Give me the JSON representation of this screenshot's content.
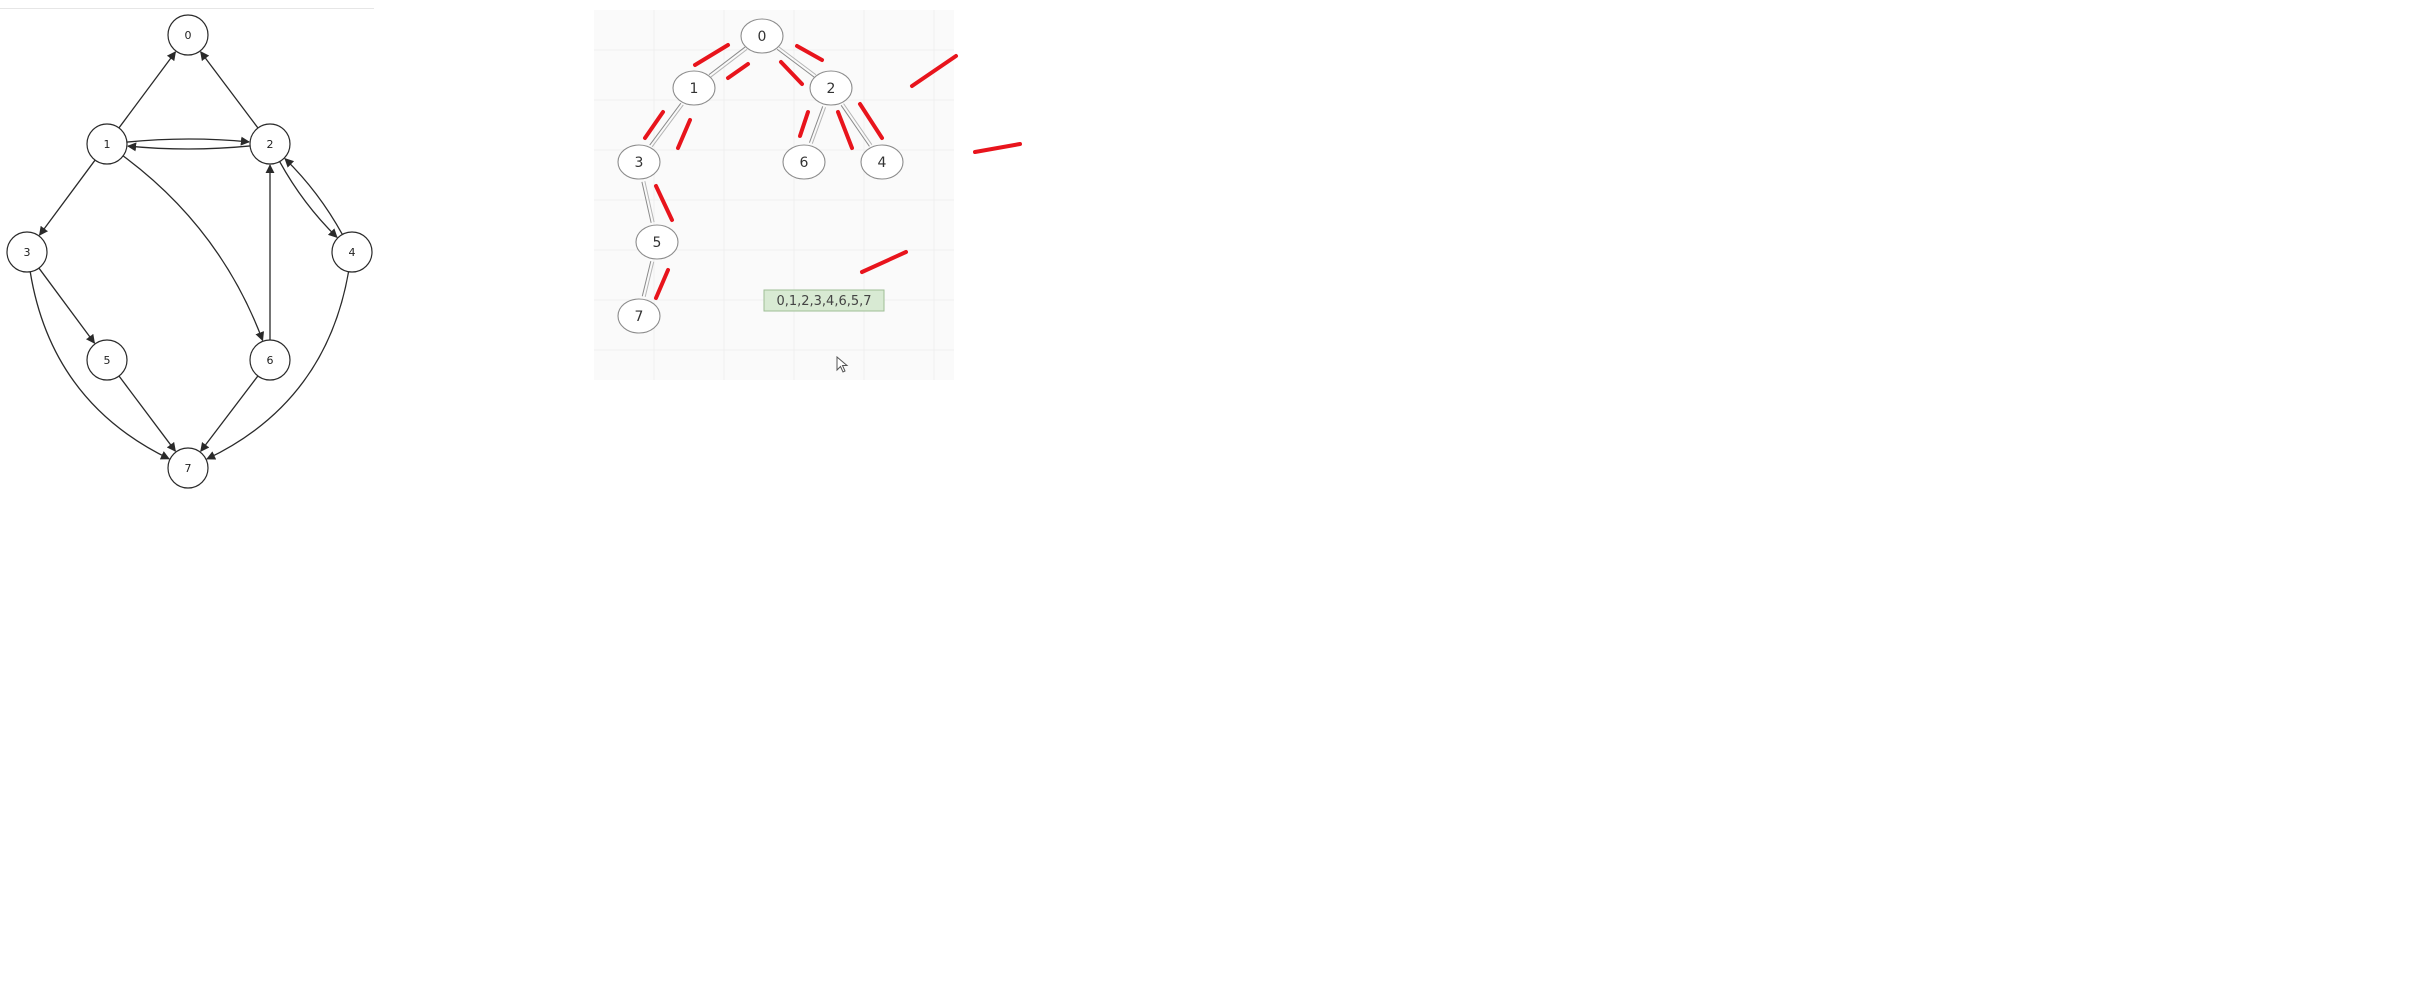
{
  "directed_graph": {
    "nodes": [
      {
        "id": "0",
        "label": "0"
      },
      {
        "id": "1",
        "label": "1"
      },
      {
        "id": "2",
        "label": "2"
      },
      {
        "id": "3",
        "label": "3"
      },
      {
        "id": "4",
        "label": "4"
      },
      {
        "id": "5",
        "label": "5"
      },
      {
        "id": "6",
        "label": "6"
      },
      {
        "id": "7",
        "label": "7"
      }
    ],
    "edges": [
      {
        "from": "1",
        "to": "0"
      },
      {
        "from": "2",
        "to": "0"
      },
      {
        "from": "1",
        "to": "2"
      },
      {
        "from": "2",
        "to": "1"
      },
      {
        "from": "1",
        "to": "3"
      },
      {
        "from": "1",
        "to": "6"
      },
      {
        "from": "2",
        "to": "4"
      },
      {
        "from": "4",
        "to": "2"
      },
      {
        "from": "3",
        "to": "5"
      },
      {
        "from": "3",
        "to": "7"
      },
      {
        "from": "5",
        "to": "7"
      },
      {
        "from": "6",
        "to": "2"
      },
      {
        "from": "6",
        "to": "7"
      },
      {
        "from": "4",
        "to": "7"
      }
    ]
  },
  "traversal_tree": {
    "nodes": [
      {
        "id": "0",
        "label": "0"
      },
      {
        "id": "1",
        "label": "1"
      },
      {
        "id": "2",
        "label": "2"
      },
      {
        "id": "3",
        "label": "3"
      },
      {
        "id": "6",
        "label": "6"
      },
      {
        "id": "4",
        "label": "4"
      },
      {
        "id": "5",
        "label": "5"
      },
      {
        "id": "7",
        "label": "7"
      }
    ],
    "edges": [
      {
        "from": "0",
        "to": "1"
      },
      {
        "from": "0",
        "to": "2"
      },
      {
        "from": "1",
        "to": "3"
      },
      {
        "from": "2",
        "to": "6"
      },
      {
        "from": "2",
        "to": "4"
      },
      {
        "from": "3",
        "to": "5"
      },
      {
        "from": "5",
        "to": "7"
      }
    ],
    "result_label": "0,1,2,3,4,6,5,7"
  },
  "colors": {
    "stroke": "#2a2a2a",
    "node_fill": "#ffffff",
    "tree_stroke": "#9a9a9a",
    "annotation_red": "#e8141c",
    "result_fill": "#d8ead3",
    "result_border": "#9fbf96",
    "panel_bg": "#fafafa"
  }
}
